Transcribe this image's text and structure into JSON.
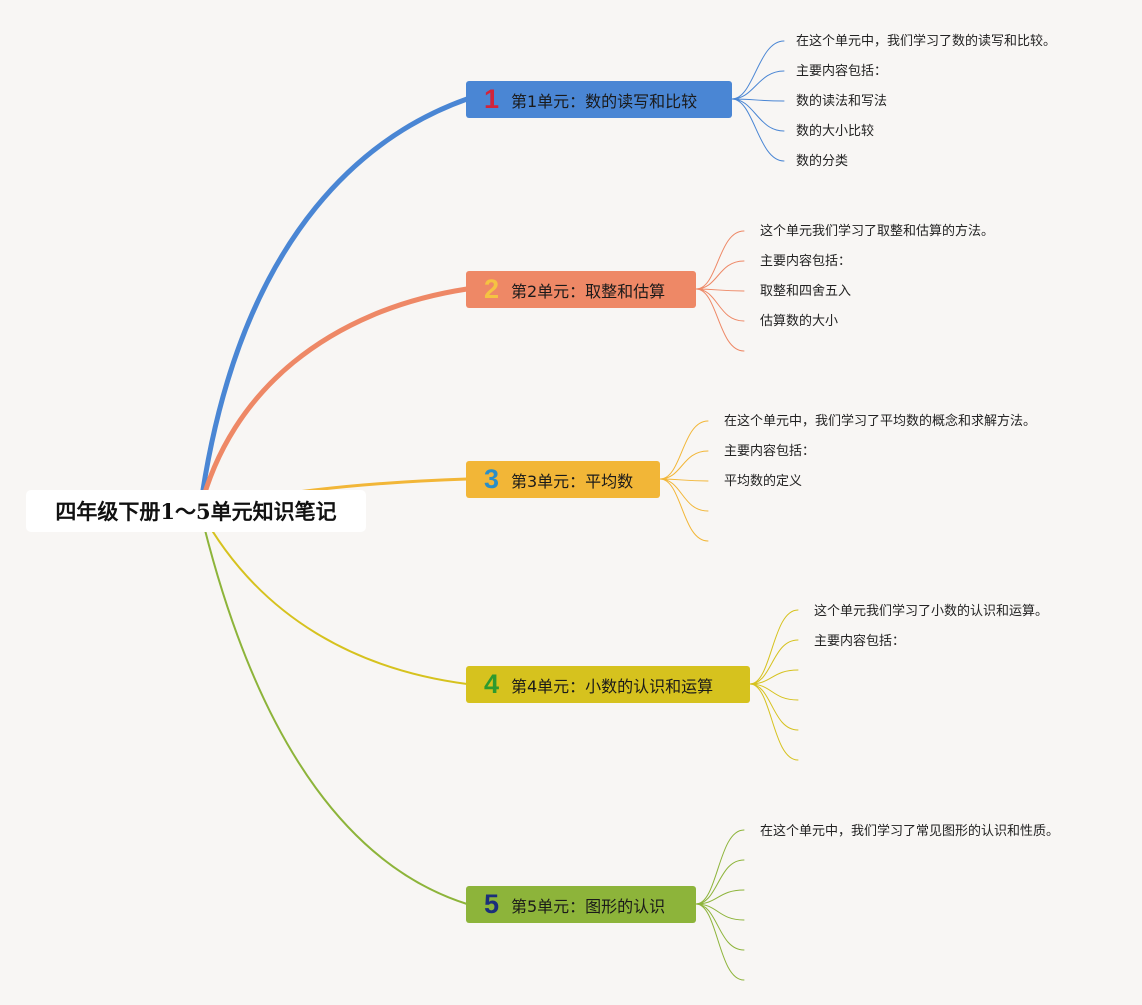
{
  "root": {
    "title": "四年级下册1～5单元知识笔记"
  },
  "units": [
    {
      "number": "1",
      "title": "第1单元：数的读写和比较",
      "color": "#4a86d4",
      "number_color": "#d1243b",
      "items": [
        "在这个单元中，我们学习了数的读写和比较。",
        "主要内容包括：",
        "数的读法和写法",
        "数的大小比较",
        "数的分类"
      ]
    },
    {
      "number": "2",
      "title": "第2单元：取整和估算",
      "color": "#ee8866",
      "number_color": "#f5c342",
      "items": [
        "这个单元我们学习了取整和估算的方法。",
        "主要内容包括：",
        "取整和四舍五入",
        "估算数的大小",
        ""
      ]
    },
    {
      "number": "3",
      "title": "第3单元：平均数",
      "color": "#f2b637",
      "number_color": "#2a8ec8",
      "items": [
        "在这个单元中，我们学习了平均数的概念和求解方法。",
        "主要内容包括：",
        "平均数的定义",
        "",
        ""
      ]
    },
    {
      "number": "4",
      "title": "第4单元：小数的认识和运算",
      "color": "#d6c21e",
      "number_color": "#2e9a2e",
      "items": [
        "这个单元我们学习了小数的认识和运算。",
        "主要内容包括：",
        "",
        "",
        "",
        ""
      ]
    },
    {
      "number": "5",
      "title": "第5单元：图形的认识",
      "color": "#8db43a",
      "number_color": "#1b2f7a",
      "items": [
        "在这个单元中，我们学习了常见图形的认识和性质。",
        "",
        "",
        "",
        "",
        ""
      ]
    }
  ]
}
